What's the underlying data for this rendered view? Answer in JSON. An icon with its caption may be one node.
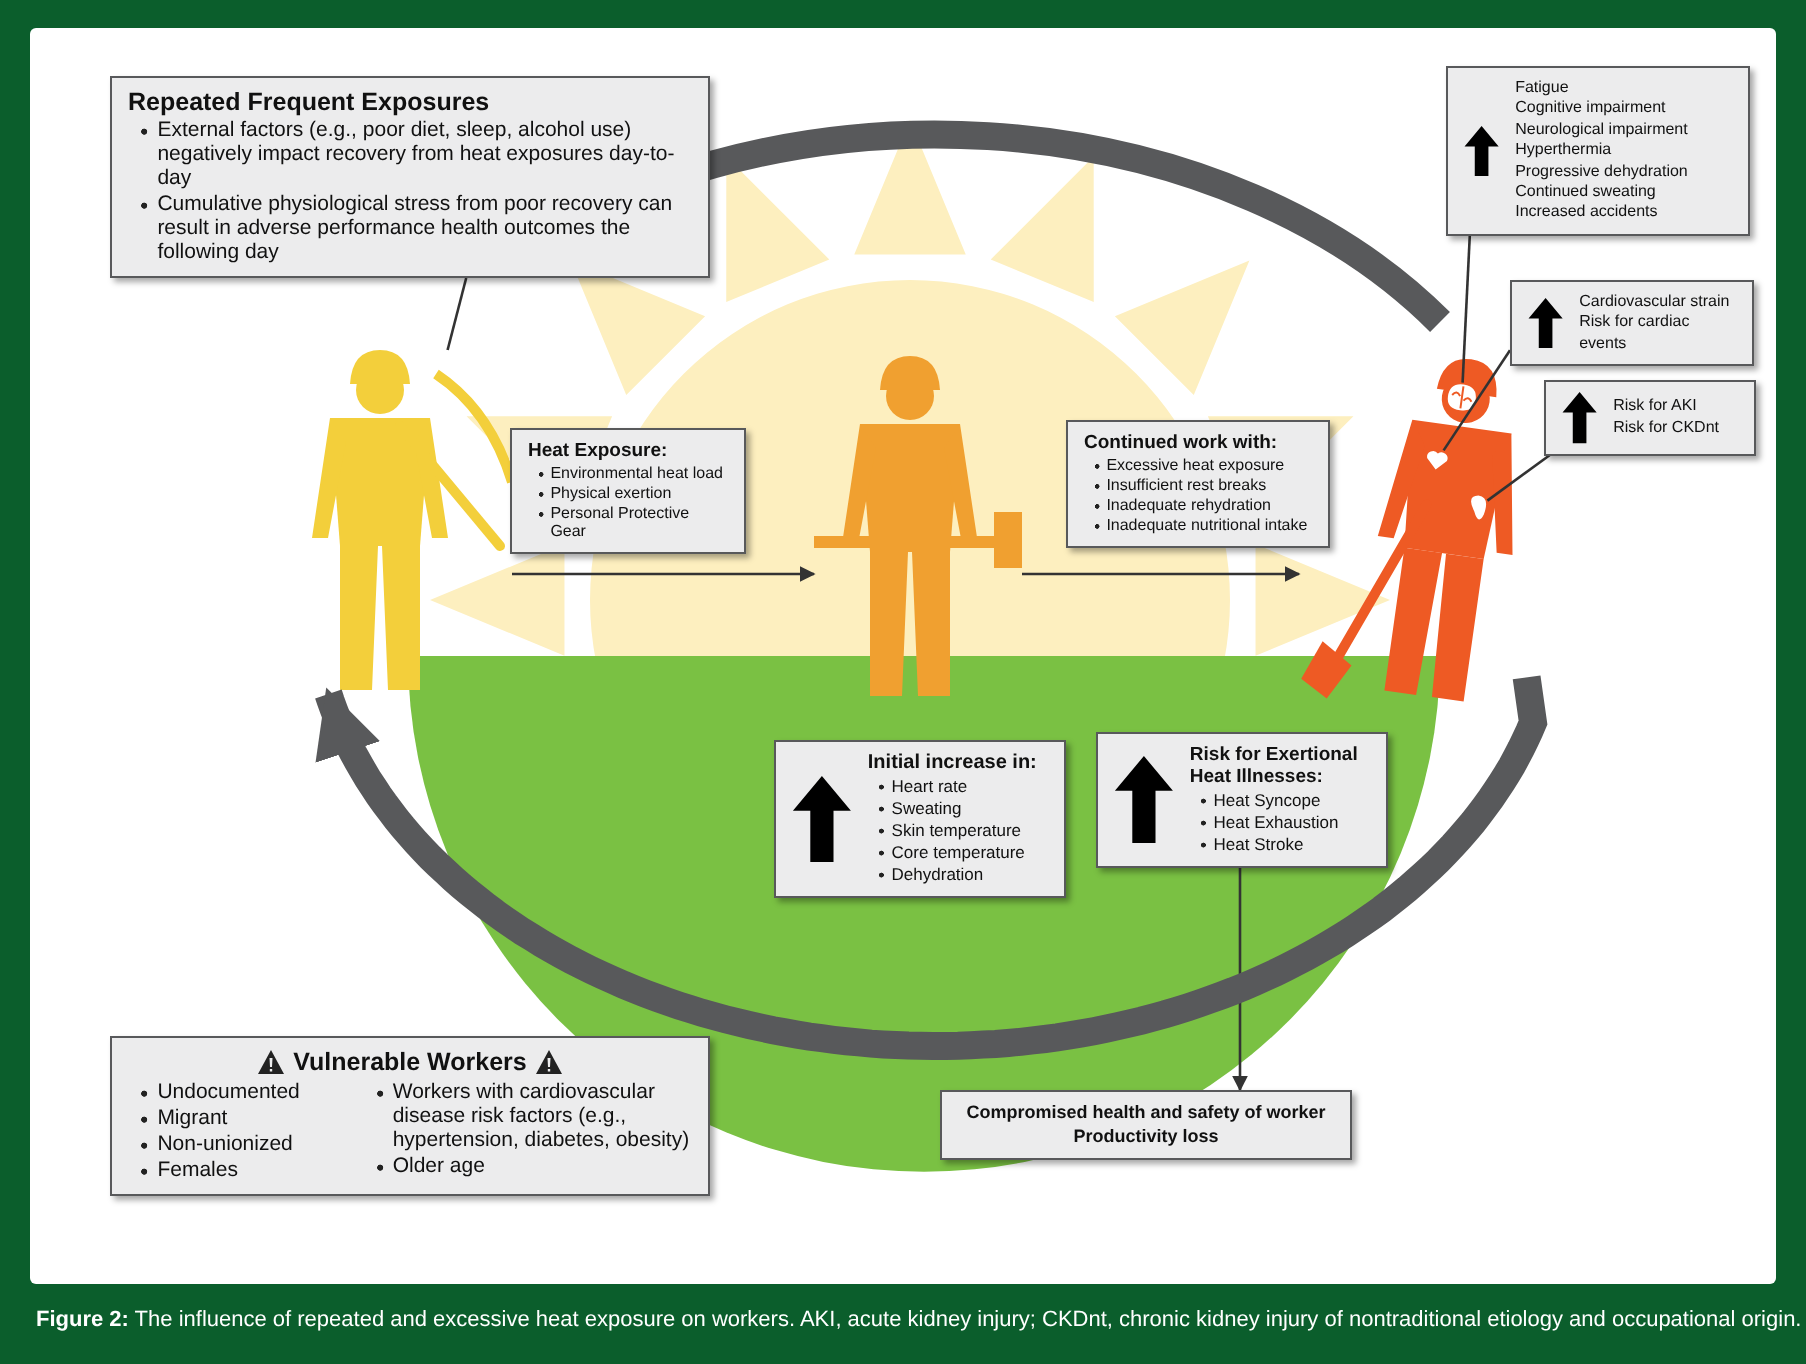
{
  "diagram": {
    "caption": "**Figure 2:** The influence of repeated and excessive heat exposure on workers. AKI, acute kidney injury; CKDnt, chronic kidney injury of nontraditional etiology and occupational origin.",
    "nodes": [
      {
        "text": [
          "Repeated Frequent Exposures",
          "External factors (e.g., poor diet, sleep, alcohol use) negatively impact recovery from heat exposures day-to-day",
          "Cumulative physiological stress from poor recovery can result in adverse performance health outcomes the following day"
        ]
      },
      {
        "text": [],
        "shape": "person"
      },
      {
        "text": [
          "Heat Exposure:",
          "Environmental heat load",
          "Physical exertion",
          "Personal Protective Gear"
        ]
      },
      {
        "text": [],
        "shape": "person"
      },
      {
        "text": [
          "Continued work with:",
          "Excessive heat exposure",
          "Insufficient rest breaks",
          "Inadequate rehydration",
          "Inadequate nutritional intake"
        ]
      },
      {
        "text": [],
        "shape": "person"
      },
      {
        "text": [
          "Fatigue",
          "Cognitive impairment",
          "Neurological impairment",
          "Hyperthermia",
          "Progressive dehydration",
          "Continued sweating",
          "Increased accidents"
        ]
      },
      {
        "text": [
          "Cardiovascular strain",
          "Risk for cardiac events"
        ]
      },
      {
        "text": [
          "Risk for AKI",
          "Risk for CKDnt"
        ]
      },
      {
        "text": [
          "Initial increase in:",
          "Heart rate",
          "Sweating",
          "Skin temperature",
          "Core temperature",
          "Dehydration"
        ]
      },
      {
        "text": [
          "Risk for Exertional Heat Illnesses:",
          "Heat Syncope",
          "Heat Exhaustion",
          "Heat Stroke"
        ]
      },
      {
        "text": [
          "Compromised health and safety of worker",
          "Productivity loss"
        ]
      },
      {
        "text": [
          "Vulnerable Workers",
          "Undocumented",
          "Migrant",
          "Non-unionized",
          "Females",
          "Workers with cardiovascular disease risk factors (e.g., hypertension, diabetes, obesity)",
          "Older age"
        ]
      },
      {
        "text": [],
        "shape": "picture",
        "in": 5
      },
      {
        "text": [],
        "shape": "picture",
        "in": 5
      },
      {
        "text": [],
        "shape": "picture",
        "in": 5
      }
    ],
    "edges": [
      {
        "from": 0,
        "to": 1,
        "arrow": "none"
      },
      {
        "from": 1,
        "to": 3,
        "arrow": "to"
      },
      {
        "from": 3,
        "to": 5,
        "arrow": "to"
      },
      {
        "from": 6,
        "to": 13,
        "arrow": "none"
      },
      {
        "from": 7,
        "to": 14,
        "arrow": "none"
      },
      {
        "from": 8,
        "to": 15,
        "arrow": "none"
      },
      {
        "from": 10,
        "to": 11,
        "arrow": "to"
      },
      {
        "from": 5,
        "to": 1,
        "arrow": "to",
        "style": "thick",
        "color": "#58595b"
      }
    ]
  }
}
